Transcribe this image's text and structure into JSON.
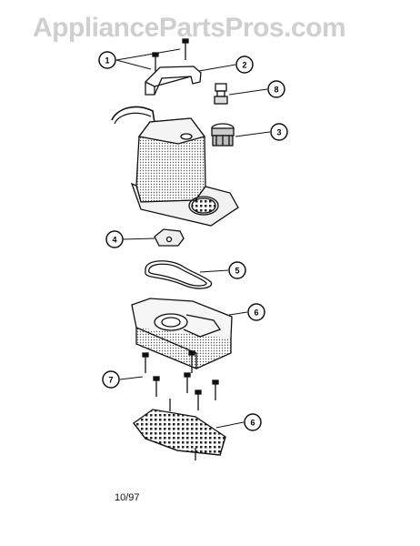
{
  "watermark": "AppliancePartsPros.com",
  "date_code": "10/97",
  "colors": {
    "ink": "#111111",
    "watermark": "#cfcfcf",
    "paper": "#ffffff"
  },
  "callouts": [
    {
      "id": "callout-1",
      "label": "1"
    },
    {
      "id": "callout-2",
      "label": "2"
    },
    {
      "id": "callout-8-upper",
      "label": "8"
    },
    {
      "id": "callout-3",
      "label": "3"
    },
    {
      "id": "callout-4",
      "label": "4"
    },
    {
      "id": "callout-5",
      "label": "5"
    },
    {
      "id": "callout-6-upper",
      "label": "6"
    },
    {
      "id": "callout-7",
      "label": "7"
    },
    {
      "id": "callout-6-lower",
      "label": "6"
    }
  ]
}
